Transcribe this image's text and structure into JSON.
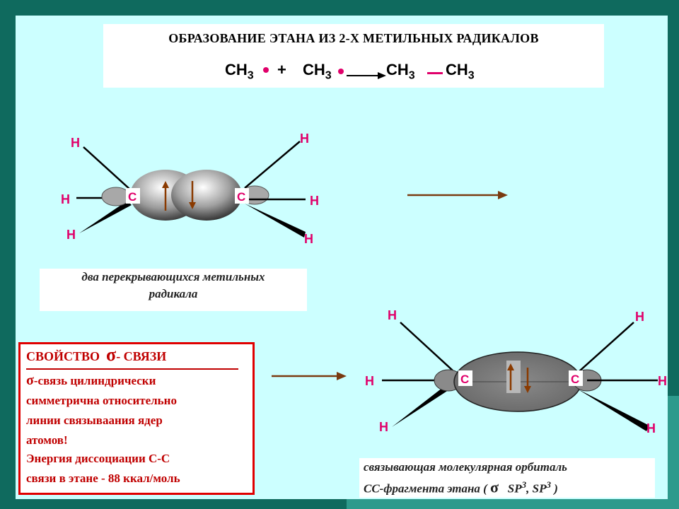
{
  "title": "ОБРАЗОВАНИЕ ЭТАНА ИЗ 2-Х МЕТИЛЬНЫХ РАДИКАЛОВ",
  "equation": {
    "reactant1": "CH",
    "reactant1_sub": "3",
    "plus": "+",
    "reactant2": "CH",
    "reactant2_sub": "3",
    "product_left": "CH",
    "product_left_sub": "3",
    "product_right": "CH",
    "product_right_sub": "3"
  },
  "caption_top": {
    "line1": "два перекрывающихся метильных",
    "line2": "радикала"
  },
  "caption_bottom": {
    "line1": "связывающая молекулярная орбиталь",
    "line2_prefix": "СС-фрагмента этана (",
    "sigma": "σ",
    "hyb1": "SP",
    "hyb1_sup": "3",
    "sep": ",",
    "hyb2": "SP",
    "hyb2_sup": "3",
    "close": ")"
  },
  "property_box": {
    "heading": "СВОЙСТВО",
    "sigma": "σ",
    "heading_suffix": "- СВЯЗИ",
    "line1_sigma": "σ",
    "line1": "-связь цилиндрически",
    "line2": "симметрична относительно",
    "line3": "линии связываания ядер",
    "line4": "атомов!",
    "line5": "Энергия диссоциации С-С",
    "line6": "связи в этане - 88 ккал/моль"
  },
  "atoms": {
    "h": "H",
    "c": "C"
  },
  "colors": {
    "background": "#0f6a5e",
    "panel": "#ccffff",
    "atom_label": "#e0006a",
    "property_text": "#c00000",
    "arrow": "#7a3a10"
  }
}
